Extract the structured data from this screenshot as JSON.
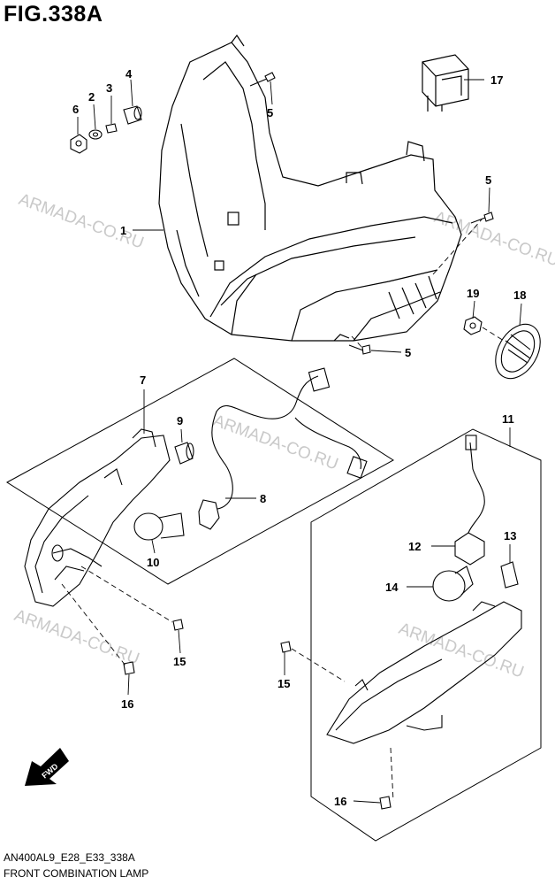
{
  "figure": {
    "title": "FIG.338A",
    "code": "AN400AL9_E28_E33_338A",
    "caption": "FRONT COMBINATION LAMP"
  },
  "watermark": "ARMADA-CO.RU",
  "callouts": {
    "c1": "1",
    "c2": "2",
    "c3": "3",
    "c4": "4",
    "c5a": "5",
    "c5b": "5",
    "c5c": "5",
    "c6": "6",
    "c7": "7",
    "c8": "8",
    "c9": "9",
    "c10": "10",
    "c11": "11",
    "c12": "12",
    "c13": "13",
    "c14": "14",
    "c15a": "15",
    "c15b": "15",
    "c16a": "16",
    "c16b": "16",
    "c17": "17",
    "c18": "18",
    "c19": "19"
  },
  "fwd_label": "FWD"
}
